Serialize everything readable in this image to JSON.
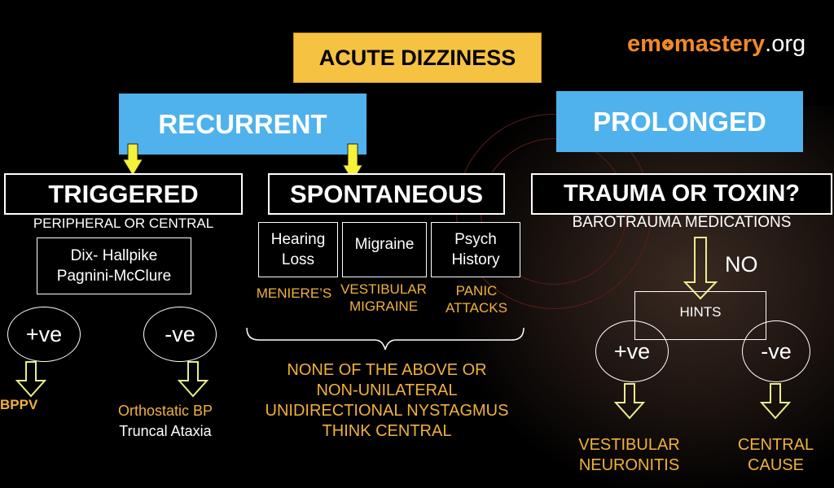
{
  "logo": {
    "part1": "em",
    "plus": "+",
    "part2": "mastery",
    "part3": ".org"
  },
  "title": "ACUTE DIZZINESS",
  "branches": {
    "recurrent": "RECURRENT",
    "prolonged": "PROLONGED"
  },
  "triggered": {
    "heading": "TRIGGERED",
    "subtitle": "PERIPHERAL OR CENTRAL",
    "test_line1": "Dix- Hallpike",
    "test_line2": "Pagnini-McClure",
    "positive": "+ve",
    "negative": "-ve",
    "positive_result": "BPPV",
    "negative_result_line1": "Orthostatic BP",
    "negative_result_line2": "Truncal Ataxia"
  },
  "spontaneous": {
    "heading": "SPONTANEOUS",
    "hearing_line1": "Hearing",
    "hearing_line2": "Loss",
    "migraine": "Migraine",
    "psych_line1": "Psych",
    "psych_line2": "History",
    "hearing_dx": "MENIERE’S",
    "migraine_dx_line1": "VESTIBULAR",
    "migraine_dx_line2": "MIGRAINE",
    "psych_dx_line1": "PANIC",
    "psych_dx_line2": "ATTACKS",
    "note_line1": "NONE OF THE ABOVE OR",
    "note_line2": "NON-UNILATERAL",
    "note_line3": "UNIDIRECTIONAL NYSTAGMUS",
    "note_line4": "THINK CENTRAL"
  },
  "trauma": {
    "heading": "TRAUMA OR TOXIN?",
    "subtitle": "BAROTRAUMA MEDICATIONS",
    "no": "NO",
    "hints": "HINTS",
    "positive": "+ve",
    "negative": "-ve",
    "positive_result_line1": "VESTIBULAR",
    "positive_result_line2": "NEURONITIS",
    "negative_result_line1": "CENTRAL",
    "negative_result_line2": "CAUSE"
  },
  "colors": {
    "title_bg": "#f6c242",
    "branch_bg": "#4fb2ec",
    "accent_text": "#f0b13c",
    "arrow_fill": "#f7f13a"
  }
}
